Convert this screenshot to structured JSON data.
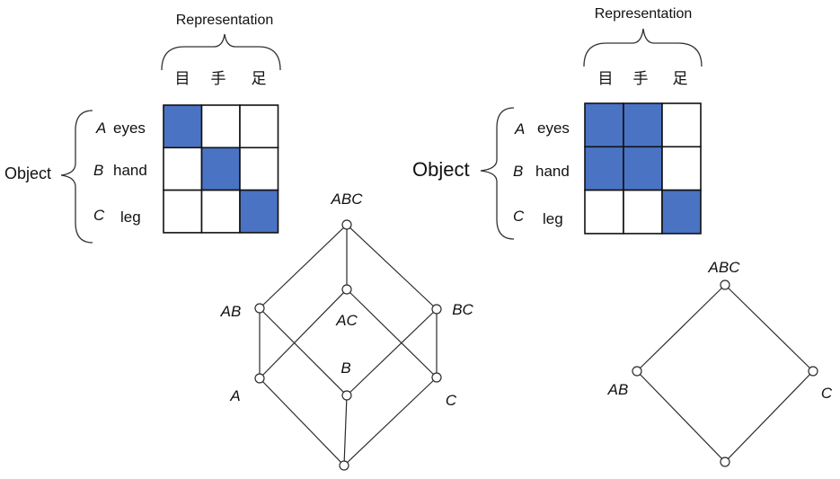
{
  "colors": {
    "filled": "#4a73c4",
    "empty": "#ffffff",
    "line": "#111111"
  },
  "panels": [
    {
      "representation_label": "Representation",
      "columns": [
        "目",
        "手",
        "足"
      ],
      "object_label": "Object",
      "rows": [
        {
          "letter": "A",
          "name": "eyes"
        },
        {
          "letter": "B",
          "name": "hand"
        },
        {
          "letter": "C",
          "name": "leg"
        }
      ],
      "matrix": [
        [
          1,
          0,
          0
        ],
        [
          0,
          1,
          0
        ],
        [
          0,
          0,
          1
        ]
      ],
      "lattice": {
        "nodes": [
          {
            "id": "top",
            "label": "ABC"
          },
          {
            "id": "ab",
            "label": "AB"
          },
          {
            "id": "ac",
            "label": "AC"
          },
          {
            "id": "bc",
            "label": "BC"
          },
          {
            "id": "a",
            "label": "A"
          },
          {
            "id": "b",
            "label": "B"
          },
          {
            "id": "c",
            "label": "C"
          },
          {
            "id": "bottom",
            "label": ""
          }
        ],
        "edges": [
          [
            "top",
            "ab"
          ],
          [
            "top",
            "ac"
          ],
          [
            "top",
            "bc"
          ],
          [
            "ab",
            "a"
          ],
          [
            "ab",
            "b"
          ],
          [
            "ac",
            "a"
          ],
          [
            "ac",
            "c"
          ],
          [
            "bc",
            "b"
          ],
          [
            "bc",
            "c"
          ],
          [
            "a",
            "bottom"
          ],
          [
            "b",
            "bottom"
          ],
          [
            "c",
            "bottom"
          ]
        ]
      }
    },
    {
      "representation_label": "Representation",
      "columns": [
        "目",
        "手",
        "足"
      ],
      "object_label": "Object",
      "rows": [
        {
          "letter": "A",
          "name": "eyes"
        },
        {
          "letter": "B",
          "name": "hand"
        },
        {
          "letter": "C",
          "name": "leg"
        }
      ],
      "matrix": [
        [
          1,
          1,
          0
        ],
        [
          1,
          1,
          0
        ],
        [
          0,
          0,
          1
        ]
      ],
      "lattice": {
        "nodes": [
          {
            "id": "top",
            "label": "ABC"
          },
          {
            "id": "ab",
            "label": "AB"
          },
          {
            "id": "c",
            "label": "C"
          },
          {
            "id": "bottom",
            "label": ""
          }
        ],
        "edges": [
          [
            "top",
            "ab"
          ],
          [
            "top",
            "c"
          ],
          [
            "ab",
            "bottom"
          ],
          [
            "c",
            "bottom"
          ]
        ]
      }
    }
  ]
}
